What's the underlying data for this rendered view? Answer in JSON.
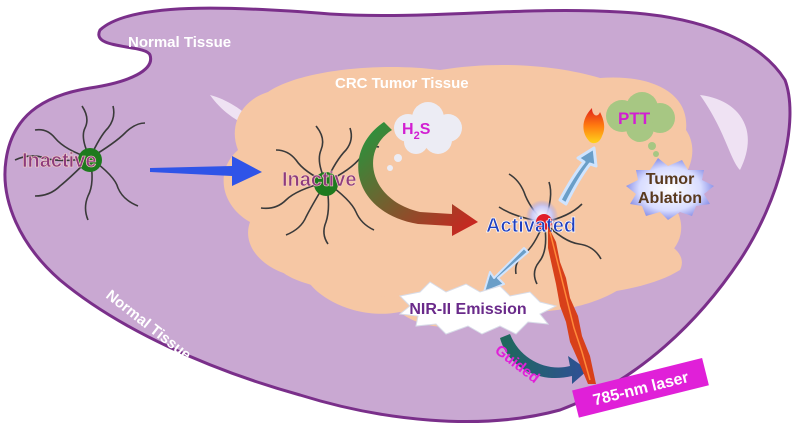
{
  "labels": {
    "normal_tissue_top": "Normal Tissue",
    "normal_tissue_bottom": "Normal Tissue",
    "crc_tumor_tissue": "CRC Tumor Tissue",
    "h2s_main": "H",
    "h2s_sub": "2",
    "h2s_end": "S",
    "inactive_left": "Inactive",
    "inactive_middle": "Inactive",
    "activated": "Activated",
    "ptt": "PTT",
    "tumor_ablation_line1": "Tumor",
    "tumor_ablation_line2": "Ablation",
    "nir_ii_emission": "NIR-II Emission",
    "guided": "Guided",
    "laser": "785-nm laser"
  },
  "colors": {
    "normal_tissue_fill": "#c9a8d2",
    "normal_tissue_outline": "#7a2f8a",
    "tumor_fill": "#f6c7a4",
    "inactive_text": "#8e3b7d",
    "activated_text": "#1f3fbf",
    "ptt_text": "#d21fd2",
    "guided_text": "#e020d8",
    "laser_fill": "#e020d8",
    "laser_beam": "#d8401a",
    "blue_arrow": "#2f54e8",
    "green_arrow_start": "#1e9a3e",
    "red_arrow_end": "#d41e1e",
    "core_green": "#1e7a1e",
    "core_red": "#e01e2a"
  },
  "icons": [
    "flame-icon",
    "blue-arrow-icon",
    "curved-arrow-icon",
    "laser-beam-icon",
    "glow-icon"
  ]
}
